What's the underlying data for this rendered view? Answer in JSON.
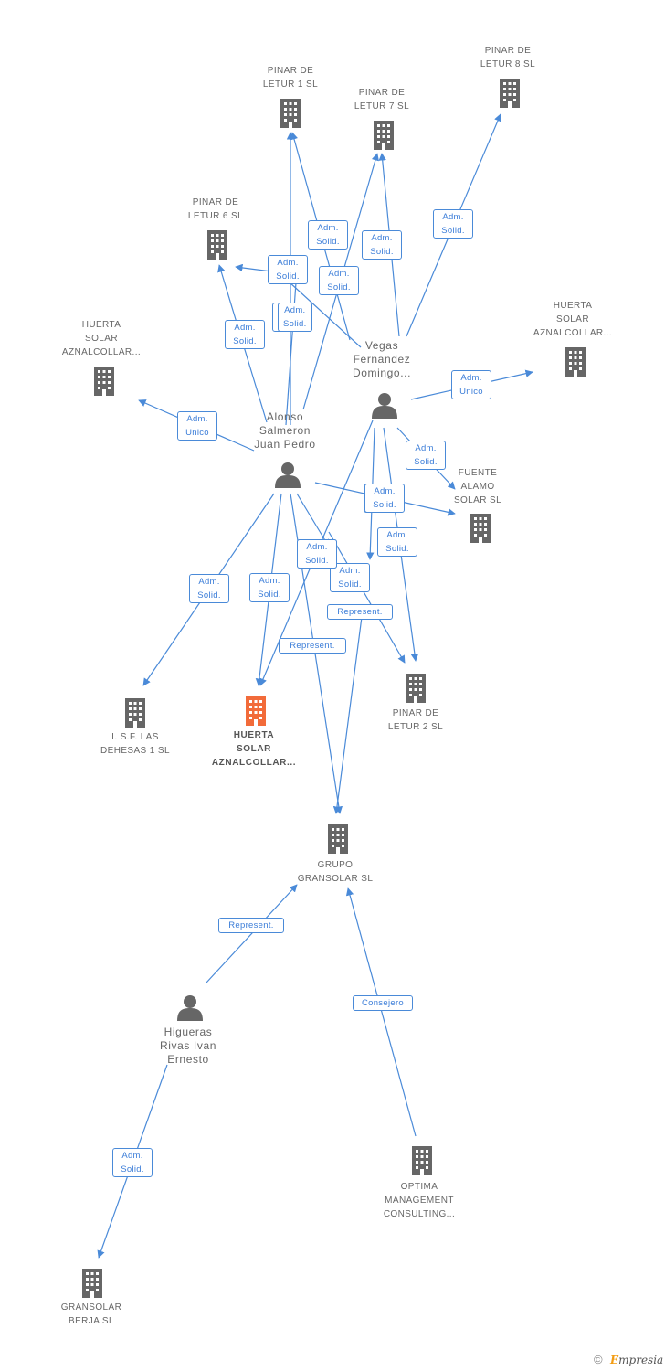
{
  "colors": {
    "edge": "#4a8ad8",
    "node": "#666666",
    "focus": "#f26b3a"
  },
  "nodes": [
    {
      "id": "pinar1",
      "kind": "company",
      "name": "PINAR DE\nLETUR 1 SL"
    },
    {
      "id": "pinar7",
      "kind": "company",
      "name": "PINAR DE\nLETUR 7 SL"
    },
    {
      "id": "pinar8",
      "kind": "company",
      "name": "PINAR DE\nLETUR 8 SL"
    },
    {
      "id": "pinar6",
      "kind": "company",
      "name": "PINAR DE\nLETUR 6 SL"
    },
    {
      "id": "huerta_tr",
      "kind": "company",
      "name": "HUERTA\nSOLAR\nAZNALCOLLAR..."
    },
    {
      "id": "huerta_l",
      "kind": "company",
      "name": "HUERTA\nSOLAR\nAZNALCOLLAR..."
    },
    {
      "id": "fuente",
      "kind": "company",
      "name": "FUENTE\nALAMO\nSOLAR SL"
    },
    {
      "id": "vegas",
      "kind": "person",
      "name": "Vegas\nFernandez\nDomingo..."
    },
    {
      "id": "alonso",
      "kind": "person",
      "name": "Alonso\nSalmeron\nJuan Pedro"
    },
    {
      "id": "isf",
      "kind": "company",
      "name": "I.  S.F. LAS\nDEHESAS 1 SL"
    },
    {
      "id": "huerta_focus",
      "kind": "focus",
      "name": "HUERTA\nSOLAR\nAZNALCOLLAR..."
    },
    {
      "id": "pinar2",
      "kind": "company",
      "name": "PINAR DE\nLETUR 2 SL"
    },
    {
      "id": "grupo",
      "kind": "company",
      "name": "GRUPO\nGRANSOLAR SL"
    },
    {
      "id": "higueras",
      "kind": "person",
      "name": "Higueras\nRivas Ivan\nErnesto"
    },
    {
      "id": "optima",
      "kind": "company",
      "name": "OPTIMA\nMANAGEMENT\nCONSULTING..."
    },
    {
      "id": "berja",
      "kind": "company",
      "name": "GRANSOLAR\nBERJA SL"
    }
  ],
  "edges": [
    {
      "id": "e1",
      "label": "Adm.\nSolid."
    },
    {
      "id": "e2",
      "label": "Adm.\nSolid."
    },
    {
      "id": "e3",
      "label": "Adm.\nSolid."
    },
    {
      "id": "e4",
      "label": "Adm.\nSolid."
    },
    {
      "id": "e5",
      "label": "Adm.\nSolid."
    },
    {
      "id": "e6",
      "label": "Adm.\nSolid."
    },
    {
      "id": "e7",
      "label": "Adm.\nSolid."
    },
    {
      "id": "e8",
      "label": "Adm.\nSolid."
    },
    {
      "id": "e9",
      "label": "Adm.\nUnico"
    },
    {
      "id": "e10",
      "label": "Adm.\nUnico"
    },
    {
      "id": "e11",
      "label": "Adm.\nSolid."
    },
    {
      "id": "e12",
      "label": "Adm.\nSolid."
    },
    {
      "id": "e13",
      "label": "Adm.\nSolid."
    },
    {
      "id": "e14",
      "label": "Adm.\nSolid."
    },
    {
      "id": "e15",
      "label": "Adm.\nSolid."
    },
    {
      "id": "e16",
      "label": "Adm.\nSolid."
    },
    {
      "id": "e17",
      "label": "Adm.\nSolid."
    },
    {
      "id": "e18",
      "label": "Represent."
    },
    {
      "id": "e19",
      "label": "Represent."
    },
    {
      "id": "e20",
      "label": "Adm.\nSolid."
    },
    {
      "id": "e21",
      "label": "Adm.\nSolid."
    },
    {
      "id": "e22",
      "label": "Represent."
    },
    {
      "id": "e23",
      "label": "Consejero"
    },
    {
      "id": "e24",
      "label": "Adm.\nSolid."
    }
  ],
  "footer": {
    "copyright": "©",
    "brand_initial": "E",
    "brand_rest": "mpresia"
  }
}
